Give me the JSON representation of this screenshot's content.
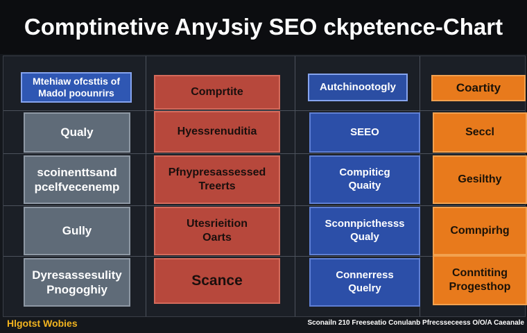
{
  "title": "Comptinetive AnyJsiy SEO ckpetence-Chart",
  "headers": {
    "col1": "Mtehiaw ofcsttis of\nMadol poounrirs",
    "col2": "Comprtite",
    "col3": "Autchinootogly",
    "col4": "Coartity"
  },
  "rows": [
    {
      "col1": "Qualy",
      "col2": "Hyessrenuditia",
      "col3": "SEEO",
      "col4": "Seccl"
    },
    {
      "col1": "scoinenttsand\npcelfvecenemp",
      "col2": "Pfnypresassessed\nTreerts",
      "col3": "Compiticg\nQuaity",
      "col4": "Gesilthy"
    },
    {
      "col1": "Gully",
      "col2": "Utesrieition\nOarts",
      "col3": "Sconnpicthesss\nQualy",
      "col4": "Comnpirhg"
    },
    {
      "col1": "Dyresassesulity\nPnogoghiy",
      "col2": "Scance",
      "col3": "Connerress\nQuelry",
      "col4": "Conntiting\nProgesthop"
    }
  ],
  "footer": {
    "left": "Hlgotst Wobies",
    "right": "Sconailn 210 Freeseatio Conulanb Pfrecsseceess  O/O/A Caeanale"
  },
  "colors": {
    "gray": "#5f6b78",
    "red": "#b7483c",
    "blue": "#2c4fa8",
    "orange": "#e87a1c",
    "footer_accent": "#f2b41f"
  }
}
